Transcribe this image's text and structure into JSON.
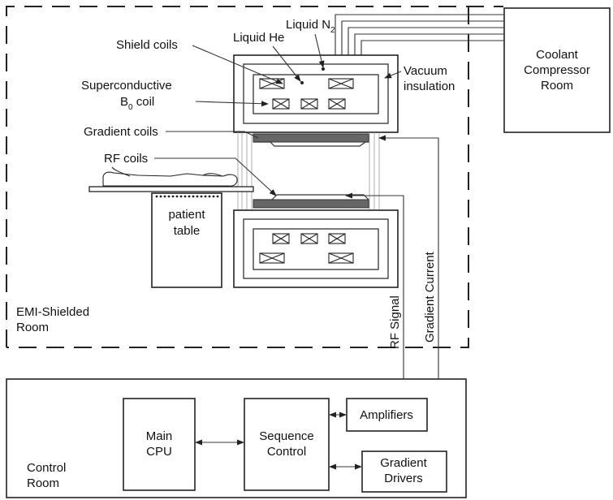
{
  "title": "",
  "rooms": {
    "emi_shielded": [
      "EMI-Shielded",
      "Room"
    ],
    "control": [
      "Control",
      "Room"
    ],
    "coolant": [
      "Coolant",
      "Compressor",
      "Room"
    ]
  },
  "magnet_labels": {
    "liquid_n2": "Liquid N",
    "liquid_n2_sub": "2",
    "liquid_he": "Liquid He",
    "shield_coils": "Shield coils",
    "superconductive": "Superconductive",
    "b0_main": "B",
    "b0_sub": "0",
    "b0_suffix": " coil",
    "vacuum": "Vacuum",
    "insulation": "insulation",
    "gradient_coils": "Gradient coils",
    "rf_coils": "RF coils"
  },
  "patient_table": [
    "patient",
    "table"
  ],
  "signals": {
    "rf_signal": "RF Signal",
    "gradient_current": "Gradient Current"
  },
  "control_blocks": {
    "main_cpu": [
      "Main",
      "CPU"
    ],
    "sequence_control": [
      "Sequence",
      "Control"
    ],
    "amplifiers": "Amplifiers",
    "gradient_drivers": [
      "Gradient",
      "Drivers"
    ]
  }
}
